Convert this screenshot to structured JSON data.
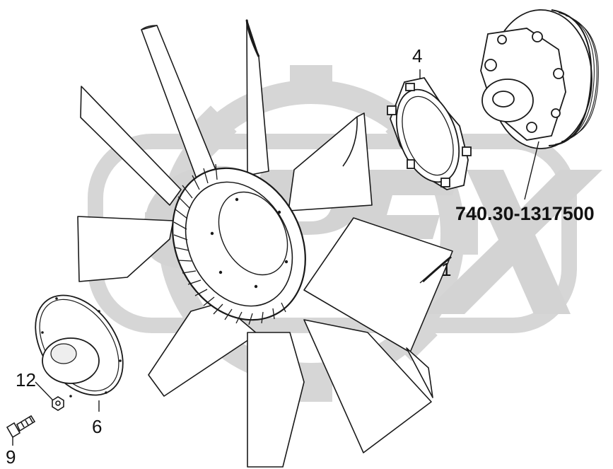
{
  "watermark": {
    "text": "OPEX",
    "color": "#d9d9d9"
  },
  "colors": {
    "line": "#1a1a1a",
    "fill": "#ffffff",
    "shade": "#e6e6e6"
  },
  "callouts": [
    {
      "id": "1",
      "label": "1"
    },
    {
      "id": "4",
      "label": "4"
    },
    {
      "id": "6",
      "label": "6"
    },
    {
      "id": "9",
      "label": "9"
    },
    {
      "id": "12",
      "label": "12"
    }
  ],
  "assembly_part_number": "740.30-1317500"
}
